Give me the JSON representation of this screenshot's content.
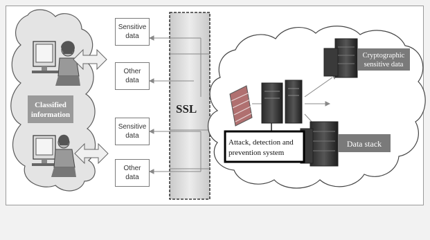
{
  "left": {
    "label_line1": "Classified",
    "label_line2": "information"
  },
  "boxes": [
    {
      "line1": "Sensitive",
      "line2": "data"
    },
    {
      "line1": "Other",
      "line2": "data"
    },
    {
      "line1": "Sensitive",
      "line2": "data"
    },
    {
      "line1": "Other",
      "line2": "data"
    }
  ],
  "ssl": {
    "label": "SSL"
  },
  "cloud": {
    "crypto_line1": "Cryptographic",
    "crypto_line2": "sensitive data",
    "datastack": "Data stack",
    "ids_line1": "Attack, detection and",
    "ids_line2": "prevention system"
  }
}
